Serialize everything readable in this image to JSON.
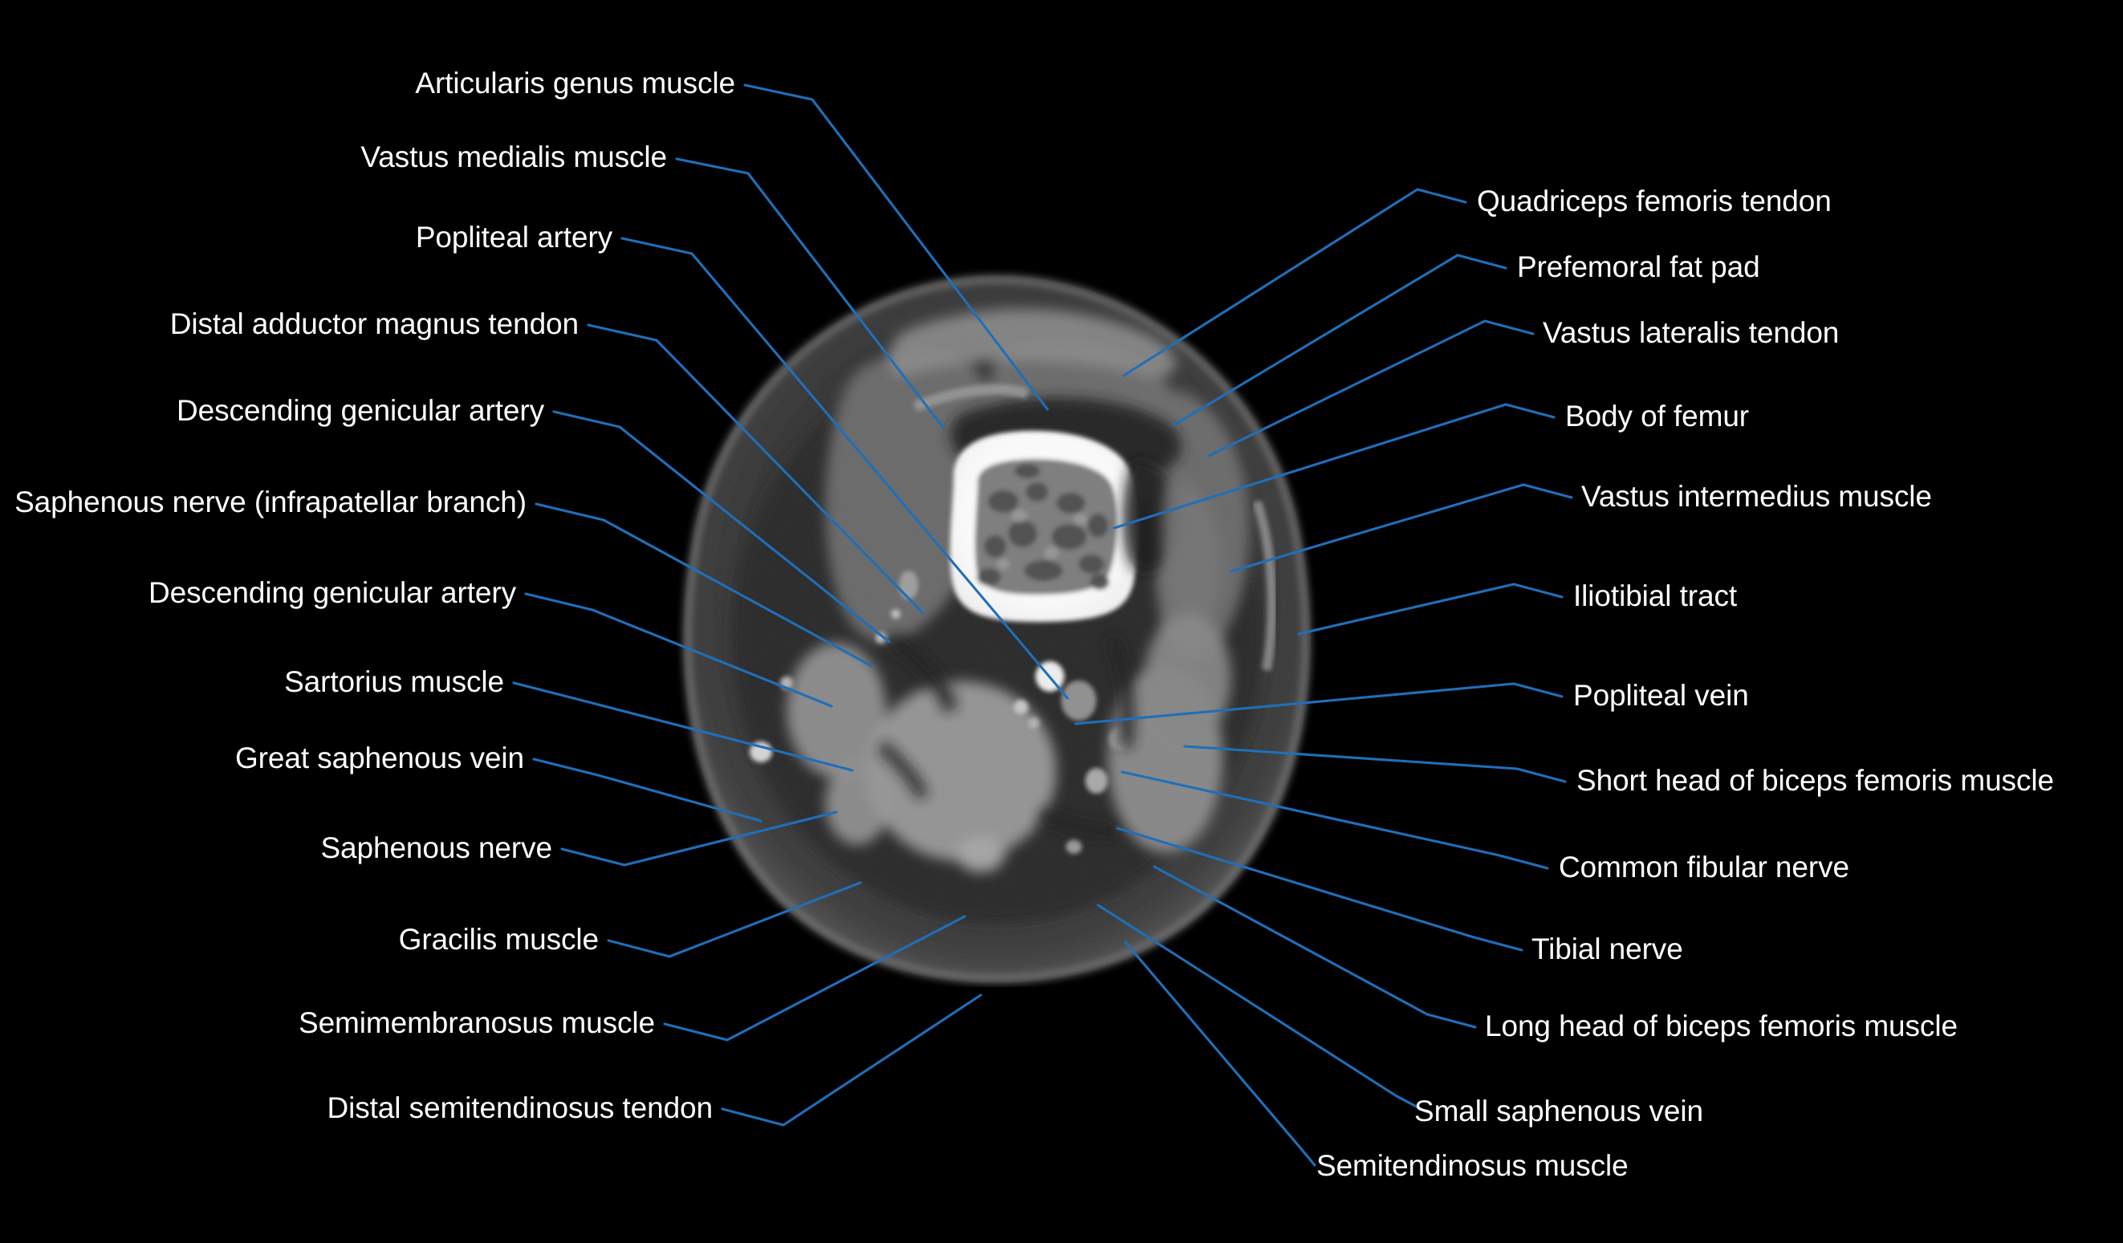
{
  "figure": {
    "kind": "labelled-anatomical-cross-section",
    "modality": "CT",
    "background_color": "#000000",
    "label_color": "#ffffff",
    "leader_line_color": "#1f6fba"
  },
  "labels_left": [
    {
      "id": "articularis-genus-muscle",
      "text": "Articularis genus muscle"
    },
    {
      "id": "vastus-medialis-muscle",
      "text": "Vastus medialis muscle"
    },
    {
      "id": "popliteal-artery",
      "text": "Popliteal artery"
    },
    {
      "id": "distal-adductor-magnus-tendon",
      "text": "Distal adductor magnus tendon"
    },
    {
      "id": "descending-genicular-artery-1",
      "text": "Descending genicular artery"
    },
    {
      "id": "saphenous-nerve-infrapatellar",
      "text": "Saphenous nerve (infrapatellar branch)"
    },
    {
      "id": "descending-genicular-artery-2",
      "text": "Descending genicular artery"
    },
    {
      "id": "sartorius-muscle",
      "text": "Sartorius muscle"
    },
    {
      "id": "great-saphenous-vein",
      "text": "Great saphenous vein"
    },
    {
      "id": "saphenous-nerve",
      "text": "Saphenous nerve"
    },
    {
      "id": "gracilis-muscle",
      "text": "Gracilis muscle"
    },
    {
      "id": "semimembranosus-muscle",
      "text": "Semimembranosus muscle"
    },
    {
      "id": "distal-semitendinosus-tendon",
      "text": "Distal semitendinosus tendon"
    }
  ],
  "labels_right": [
    {
      "id": "quadriceps-femoris-tendon",
      "text": "Quadriceps femoris tendon"
    },
    {
      "id": "prefemoral-fat-pad",
      "text": "Prefemoral fat pad"
    },
    {
      "id": "vastus-lateralis-tendon",
      "text": "Vastus lateralis tendon"
    },
    {
      "id": "body-of-femur",
      "text": "Body of femur"
    },
    {
      "id": "vastus-intermedius-muscle",
      "text": "Vastus intermedius muscle"
    },
    {
      "id": "iliotibial-tract",
      "text": "Iliotibial tract"
    },
    {
      "id": "popliteal-vein",
      "text": "Popliteal vein"
    },
    {
      "id": "short-head-of-biceps-femoris-muscle",
      "text": "Short head of biceps femoris muscle"
    },
    {
      "id": "common-fibular-nerve",
      "text": "Common fibular nerve"
    },
    {
      "id": "tibial-nerve",
      "text": "Tibial nerve"
    },
    {
      "id": "long-head-of-biceps-femoris-muscle",
      "text": "Long head of biceps femoris muscle"
    },
    {
      "id": "small-saphenous-vein",
      "text": "Small saphenous vein"
    },
    {
      "id": "semitendinosus-muscle",
      "text": "Semitendinosus muscle"
    }
  ]
}
